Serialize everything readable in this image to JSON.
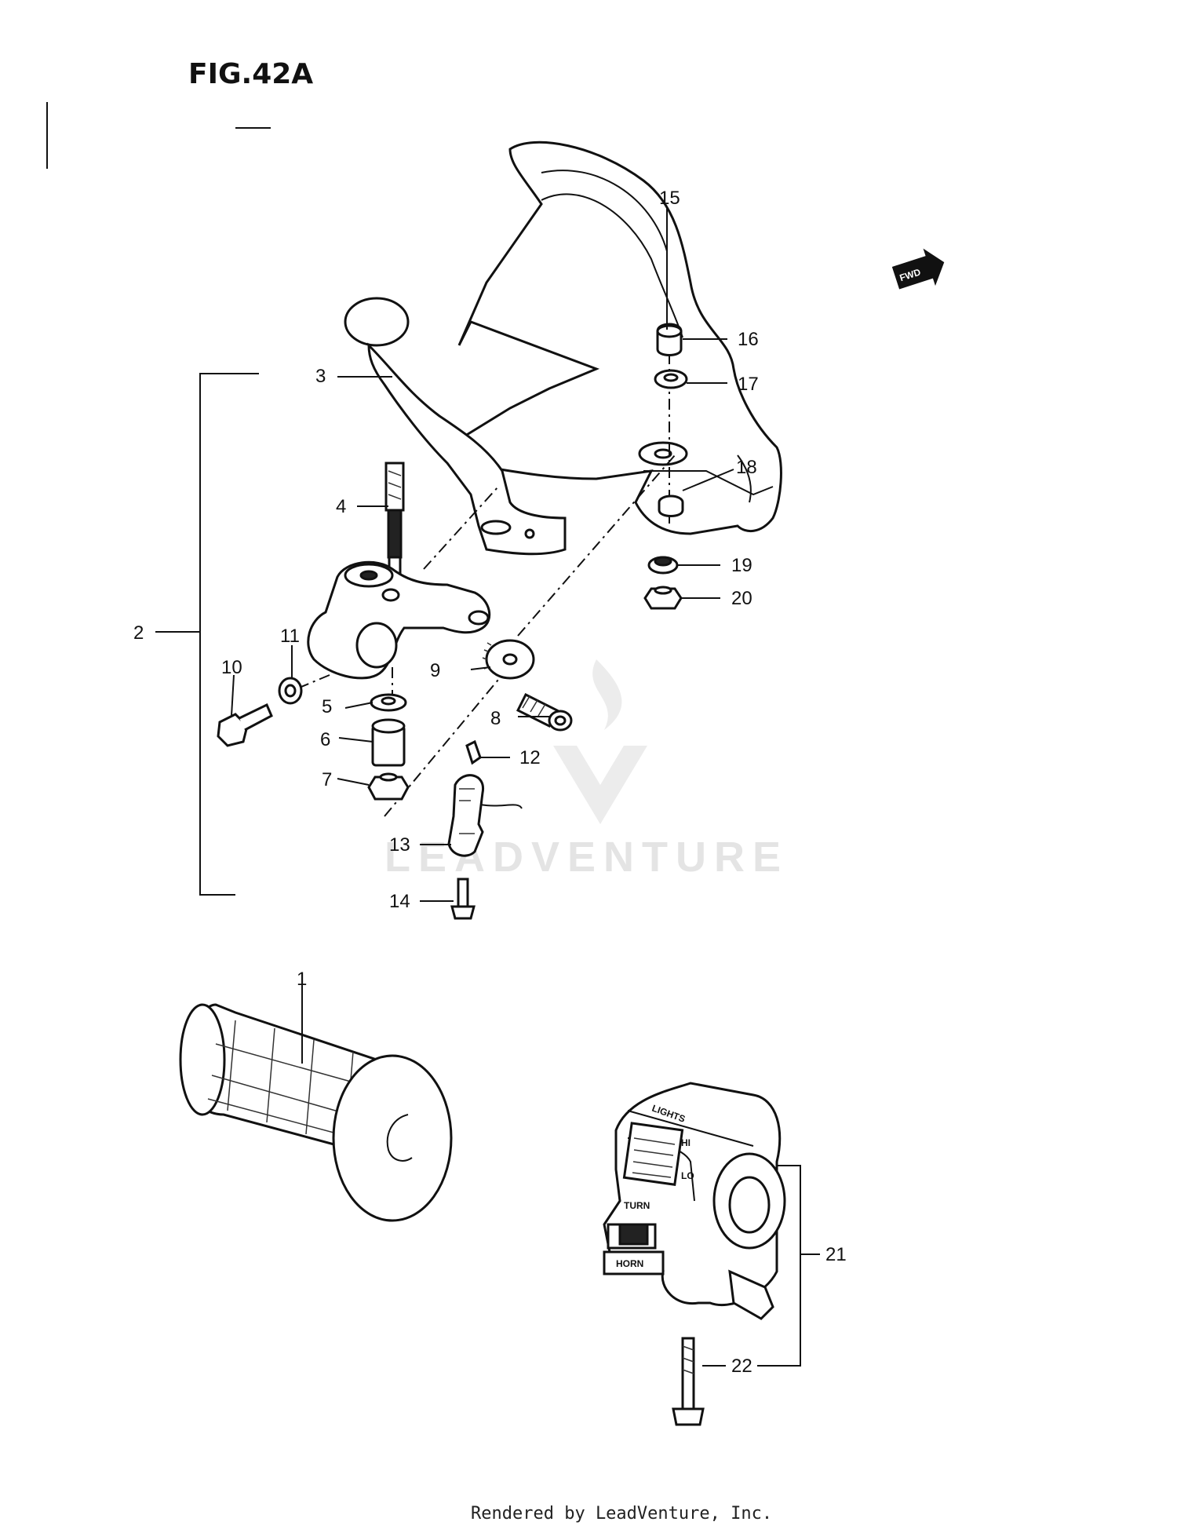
{
  "figure": {
    "title": "FIG.42A"
  },
  "fwd_badge": "FWD",
  "switch_labels": {
    "lights": "LIGHTS",
    "hi": "HI",
    "lo": "LO",
    "turn": "TURN",
    "horn": "HORN"
  },
  "watermark": "LEADVENTURE",
  "footer": "Rendered by LeadVenture, Inc.",
  "callouts": {
    "p1": "1",
    "p2": "2",
    "p3": "3",
    "p4": "4",
    "p5": "5",
    "p6": "6",
    "p7": "7",
    "p8": "8",
    "p9": "9",
    "p10": "10",
    "p11": "11",
    "p12": "12",
    "p13": "13",
    "p14": "14",
    "p15": "15",
    "p16": "16",
    "p17": "17",
    "p18": "18",
    "p19": "19",
    "p20": "20",
    "p21": "21",
    "p22": "22"
  }
}
